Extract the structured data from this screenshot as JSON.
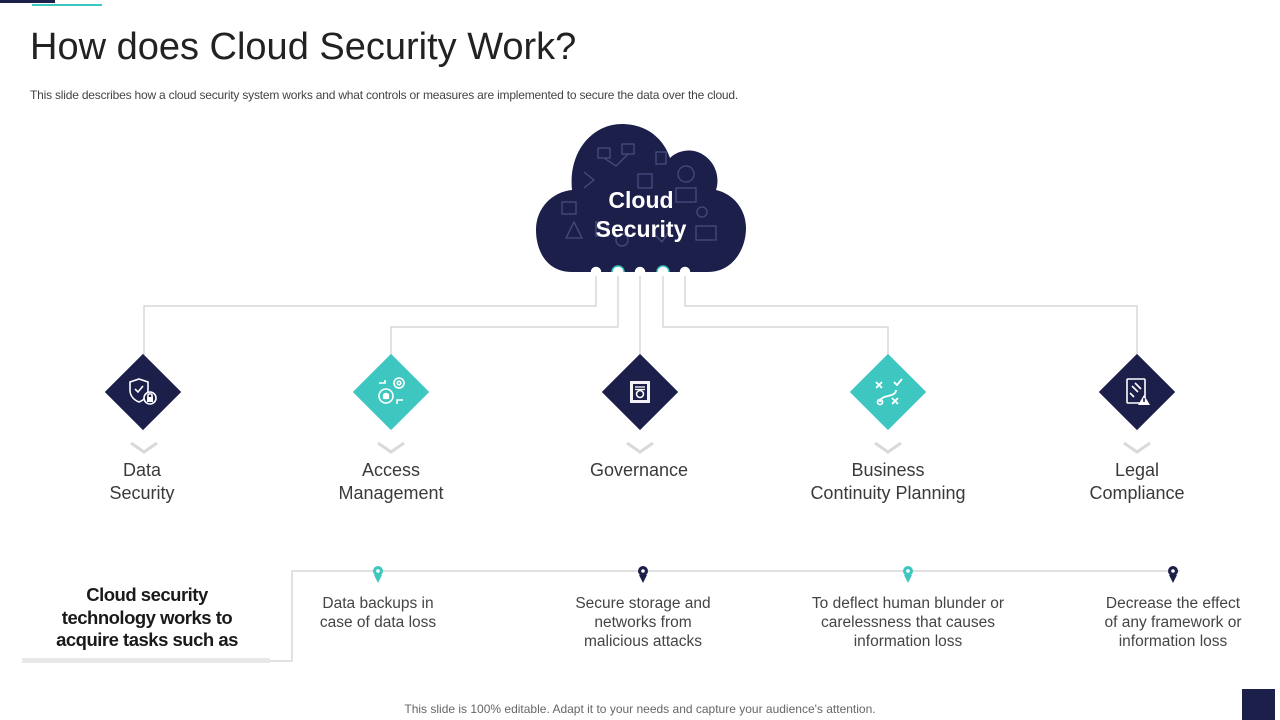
{
  "slide": {
    "title": "How does Cloud Security Work?",
    "subtitle": "This slide describes how a cloud security system works and what controls or measures are implemented to secure the data over the cloud.",
    "footer": "This slide is 100% editable. Adapt it to your needs and capture your audience's attention."
  },
  "cloud": {
    "line1": "Cloud",
    "line2": "Security"
  },
  "categories": [
    {
      "line1": "Data",
      "line2": "Security",
      "icon": "shield-lock-icon",
      "color": "#1c1f4a"
    },
    {
      "line1": "Access",
      "line2": "Management",
      "icon": "gears-lock-icon",
      "color": "#3ec6c0"
    },
    {
      "line1": "Governance",
      "line2": "",
      "icon": "document-gear-icon",
      "color": "#1c1f4a"
    },
    {
      "line1": "Business",
      "line2": "Continuity Planning",
      "icon": "strategy-path-icon",
      "color": "#3ec6c0"
    },
    {
      "line1": "Legal",
      "line2": "Compliance",
      "icon": "legal-document-icon",
      "color": "#1c1f4a"
    }
  ],
  "summary": {
    "line1": "Cloud security",
    "line2": "technology works to",
    "line3": "acquire tasks such as"
  },
  "tasks": [
    {
      "line1": "Data backups in",
      "line2": "case of data loss",
      "line3": "",
      "color": "#3ec6c0"
    },
    {
      "line1": "Secure storage and",
      "line2": "networks from",
      "line3": "malicious attacks",
      "color": "#1c1f4a"
    },
    {
      "line1": "To deflect human blunder or",
      "line2": "carelessness that causes",
      "line3": "information loss",
      "color": "#3ec6c0"
    },
    {
      "line1": "Decrease the effect",
      "line2": "of any framework or",
      "line3": "information loss",
      "color": "#1c1f4a"
    }
  ],
  "colors": {
    "navy": "#1c1f4a",
    "teal": "#3ec6c0",
    "line": "#cfcfcf"
  }
}
